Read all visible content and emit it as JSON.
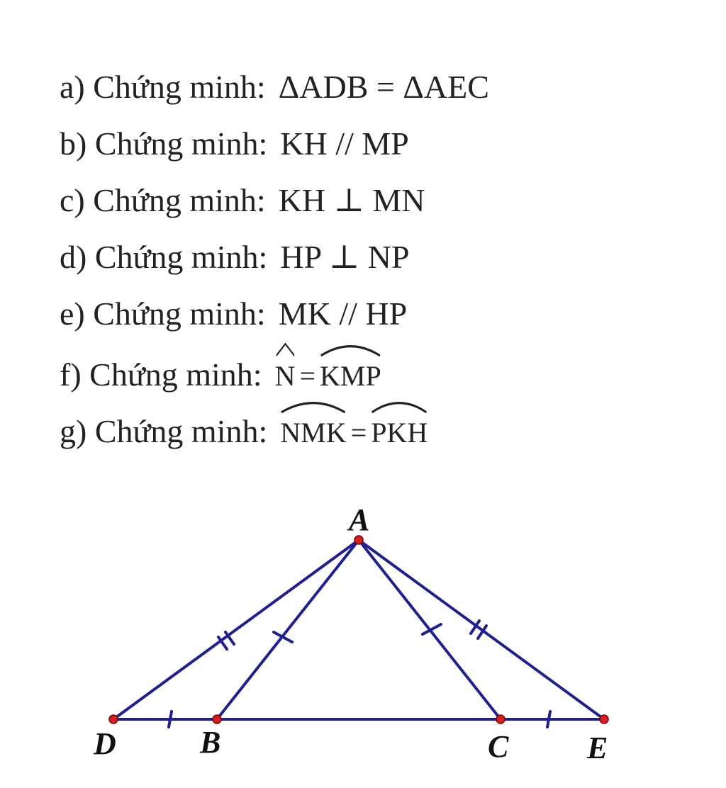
{
  "tasks": [
    {
      "prefix": "a) Chứng minh:",
      "statement": "ΔADB = ΔAEC"
    },
    {
      "prefix": "b) Chứng minh:",
      "statement": "KH // MP"
    },
    {
      "prefix": "c) Chứng minh:",
      "statement": "KH ⊥ MN"
    },
    {
      "prefix": "d) Chứng minh:",
      "statement": "HP ⊥ NP"
    },
    {
      "prefix": "e) Chứng minh:",
      "statement": "MK // HP"
    },
    {
      "prefix": "f) Chứng minh:",
      "angle_left": "N",
      "equals": "=",
      "angle_right": "KMP"
    },
    {
      "prefix": "g) Chứng minh:",
      "angle_left": "NMK",
      "equals": "=",
      "angle_right": "PKH"
    }
  ],
  "figure": {
    "vertex_labels": {
      "A": "A",
      "B": "B",
      "C": "C",
      "D": "D",
      "E": "E"
    },
    "line_color": "#1f1f8f",
    "point_color": "#d42020"
  }
}
